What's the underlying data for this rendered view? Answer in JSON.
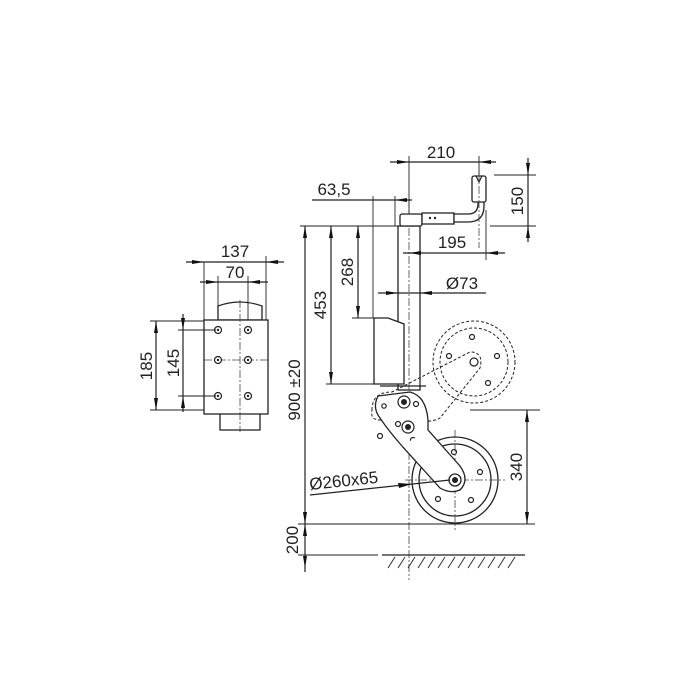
{
  "drawing": {
    "title": "Jockey wheel technical dimension drawing",
    "line_color": "#222222",
    "background": "#ffffff"
  },
  "dimensions": {
    "plate_width": "137",
    "plate_hole_spacing_horizontal": "70",
    "plate_height": "185",
    "plate_hole_spacing_vertical": "145",
    "total_height": "900 ±20",
    "tube_to_clamp": "453",
    "tube_top_to_clamp_top": "268",
    "handle_offset": "63,5",
    "handle_reach": "210",
    "handle_height": "150",
    "handle_length": "195",
    "tube_diameter": "Ø73",
    "wheel_size": "Ø260x65",
    "wheel_axle_height": "340",
    "ground_clearance": "200"
  }
}
